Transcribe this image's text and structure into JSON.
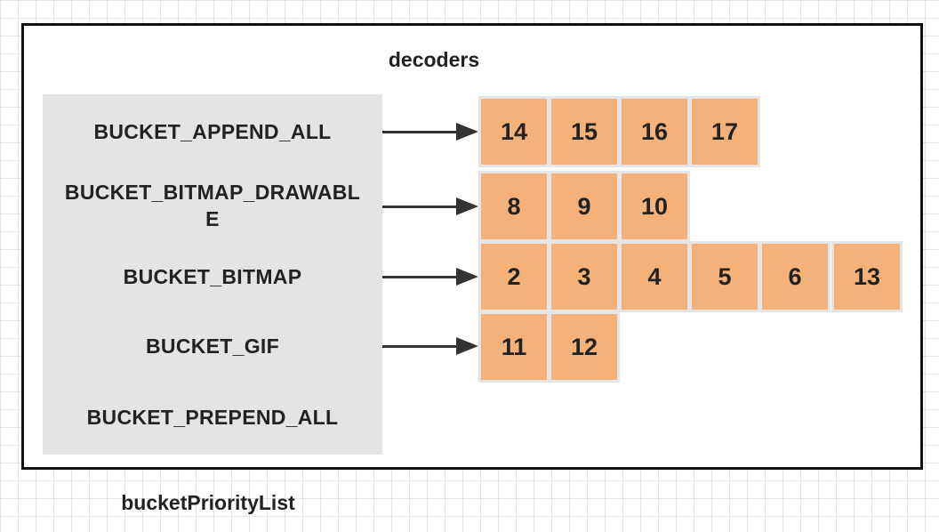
{
  "diagram": {
    "title": "decoders",
    "caption": "bucketPriorityList",
    "cell_color": "#f4b27a",
    "bucket_bg_color": "#e4e4e4",
    "buckets": [
      {
        "label": "BUCKET_APPEND_ALL",
        "decoders": [
          "14",
          "15",
          "16",
          "17"
        ]
      },
      {
        "label": "BUCKET_BITMAP_DRAWABLE",
        "decoders": [
          "8",
          "9",
          "10"
        ]
      },
      {
        "label": "BUCKET_BITMAP",
        "decoders": [
          "2",
          "3",
          "4",
          "5",
          "6",
          "13"
        ]
      },
      {
        "label": "BUCKET_GIF",
        "decoders": [
          "11",
          "12"
        ]
      },
      {
        "label": "BUCKET_PREPEND_ALL",
        "decoders": []
      }
    ]
  }
}
